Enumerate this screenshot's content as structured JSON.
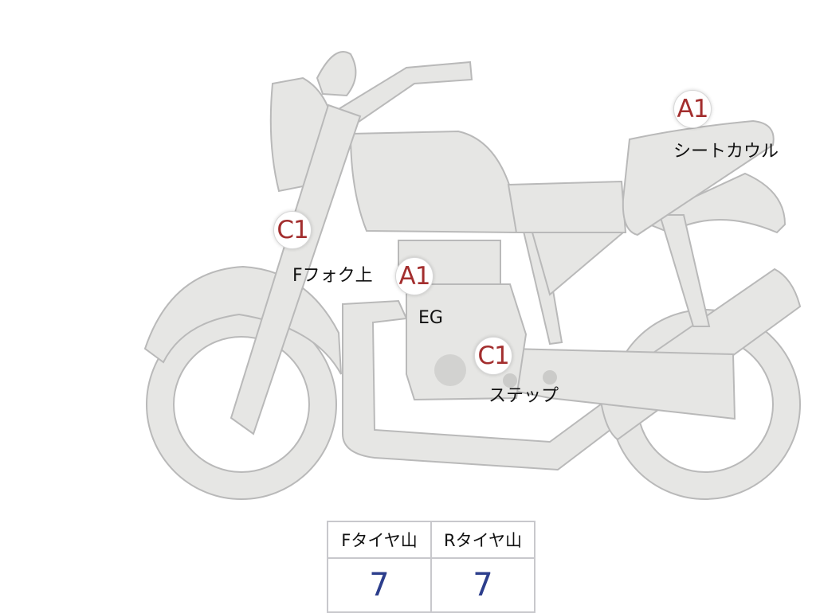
{
  "diagram": {
    "callouts": [
      {
        "grade": "A1",
        "location": "シートカウル"
      },
      {
        "grade": "C1",
        "location": "Fフォク上"
      },
      {
        "grade": "A1",
        "location": "EG"
      },
      {
        "grade": "C1",
        "location": "ステップ"
      }
    ],
    "colors": {
      "grade": "#a32e2e",
      "tire_value": "#2c3e8c",
      "bike_fill": "#e6e6e4"
    }
  },
  "tire_table": {
    "headers": [
      "Fタイヤ山",
      "Rタイヤ山"
    ],
    "values": [
      "7",
      "7"
    ]
  }
}
